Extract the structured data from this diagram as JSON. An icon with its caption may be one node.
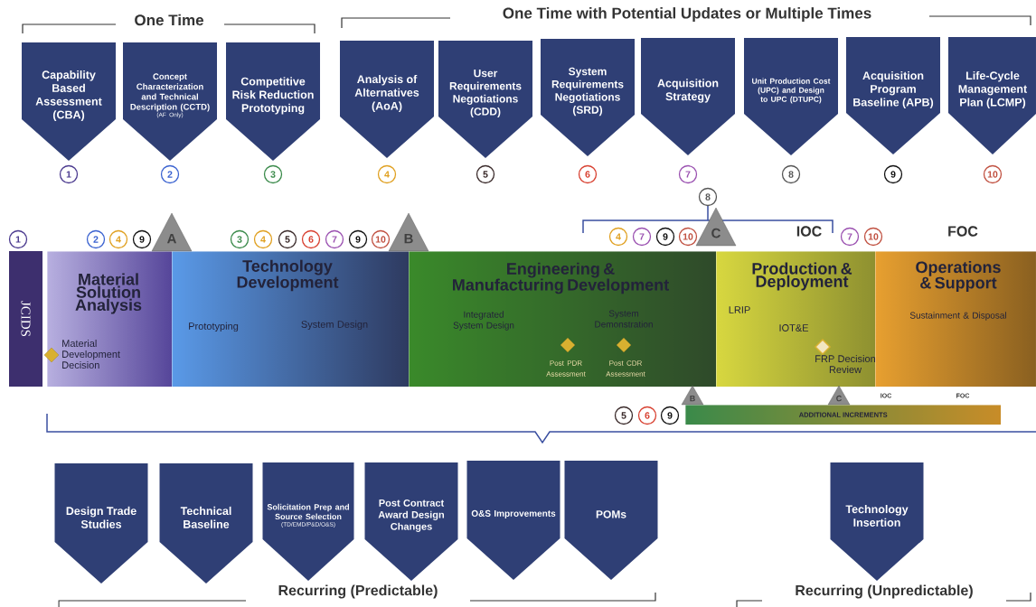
{
  "diagram": {
    "nodes": [
      {
        "text": [
          "Capability Based Assessment (CBA)"
        ]
      },
      {
        "text": [
          "Concept Characterization and Technical Description (CCTD)",
          "(AF Only)"
        ]
      },
      {
        "text": [
          "Competitive Risk Reduction Prototyping"
        ]
      },
      {
        "text": [
          "Analysis of Alternatives (AoA)"
        ]
      },
      {
        "text": [
          "User Requirements Negotiations (CDD)"
        ]
      },
      {
        "text": [
          "System Requirements Negotiations (SRD)"
        ]
      },
      {
        "text": [
          "Acquisition Strategy"
        ]
      },
      {
        "text": [
          "Unit Production Cost (UPC) and Design to UPC (DTUPC)"
        ]
      },
      {
        "text": [
          "Acquisition Program Baseline (APB)"
        ]
      },
      {
        "text": [
          "Life-Cycle Management Plan (LCMP)"
        ]
      },
      {
        "text": [
          "JCIDS"
        ]
      },
      {
        "text": [
          "Material Solution Analysis",
          "Material Development Decision"
        ]
      },
      {
        "text": [
          "Technology Development",
          "Prototyping",
          "System Design"
        ]
      },
      {
        "text": [
          "Engineering & Manufacturing Development",
          "Integrated System Design",
          "System Demonstration",
          "Post PDR Assessment",
          "Post CDR Assessment"
        ]
      },
      {
        "text": [
          "Production & Deployment",
          "LRIP",
          "IOT&E",
          "FRP Decision Review"
        ]
      },
      {
        "text": [
          "Operations & Support",
          "Sustainment & Disposal"
        ]
      },
      {
        "text": [
          "A"
        ]
      },
      {
        "text": [
          "B"
        ]
      },
      {
        "text": [
          "C"
        ]
      },
      {
        "text": [
          "ADDITIONAL INCREMENTS"
        ]
      },
      {
        "text": [
          "B"
        ]
      },
      {
        "text": [
          "C"
        ]
      },
      {
        "text": [
          "Design Trade Studies"
        ]
      },
      {
        "text": [
          "Technical Baseline"
        ]
      },
      {
        "text": [
          "Solicitation Prep and Source Selection",
          "(TD/EMD/P&D/O&S)"
        ]
      },
      {
        "text": [
          "Post Contract Award Design Changes"
        ]
      },
      {
        "text": [
          "O&S Improvements"
        ]
      },
      {
        "text": [
          "POMs"
        ]
      },
      {
        "text": [
          "Technology Insertion"
        ]
      }
    ],
    "labels": [
      "One Time",
      "One Time with Potential Updates or Multiple Times",
      "1",
      "2",
      "3",
      "4",
      "5",
      "6",
      "7",
      "8",
      "9",
      "10",
      "8",
      "1",
      "2",
      "4",
      "9",
      "3",
      "4",
      "5",
      "6",
      "7",
      "9",
      "10",
      "4",
      "7",
      "9",
      "10",
      "IOC",
      "7",
      "10",
      "FOC",
      "IOC",
      "FOC",
      "5",
      "6",
      "9",
      "Recurring (Predictable)",
      "Recurring (Unpredictable)"
    ]
  }
}
